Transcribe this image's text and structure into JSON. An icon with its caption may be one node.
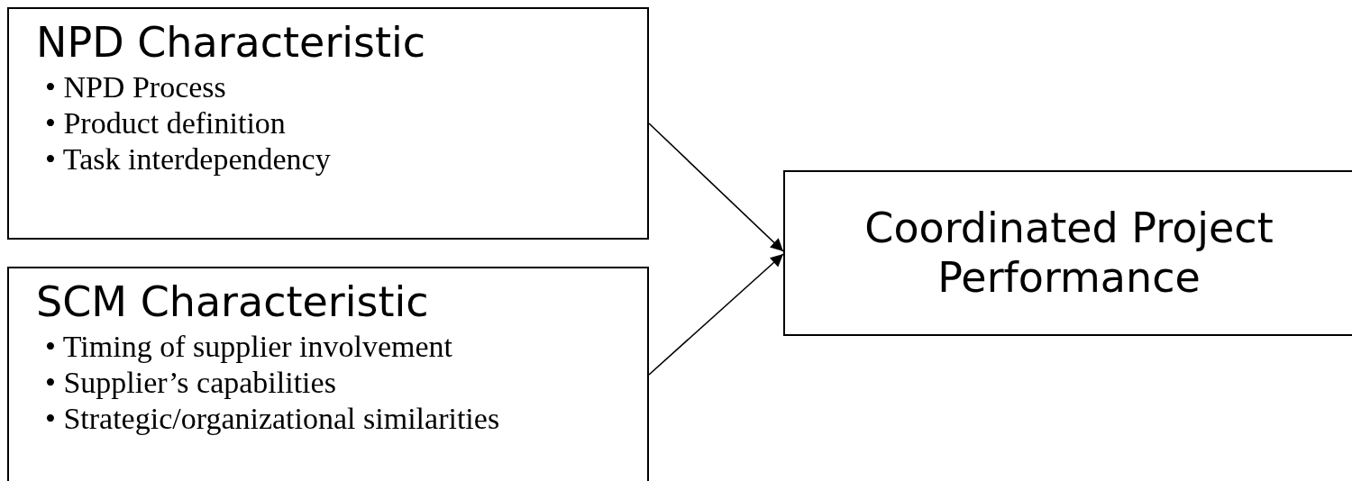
{
  "diagram": {
    "nodes": [
      {
        "text": [
          "NPD Characteristic",
          "• NPD Process",
          "• Product definition",
          "• Task interdependency"
        ]
      },
      {
        "text": [
          "SCM Characteristic",
          "• Timing of supplier involvement",
          "• Supplier’s capabilities",
          "• Strategic/organizational similarities"
        ]
      },
      {
        "text": [
          "Coordinated Project Performance"
        ]
      }
    ],
    "edges": [
      {
        "from": 0,
        "to": 2,
        "arrow": "to"
      },
      {
        "from": 1,
        "to": 2,
        "arrow": "to"
      }
    ]
  }
}
